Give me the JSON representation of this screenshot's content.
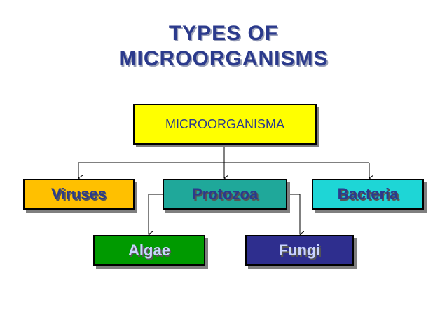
{
  "title": {
    "line1": "TYPES OF",
    "line2": "MICROORGANISMS"
  },
  "nodes": {
    "root": "MICROORGANISMA",
    "viruses": "Viruses",
    "protozoa": "Protozoa",
    "bacteria": "Bacteria",
    "algae": "Algae",
    "fungi": "Fungi"
  },
  "colors": {
    "root": "#ffff00",
    "viruses": "#ffc000",
    "protozoa": "#1fa89a",
    "bacteria": "#1ed6d6",
    "algae": "#009a00",
    "fungi": "#2e2e8e"
  }
}
